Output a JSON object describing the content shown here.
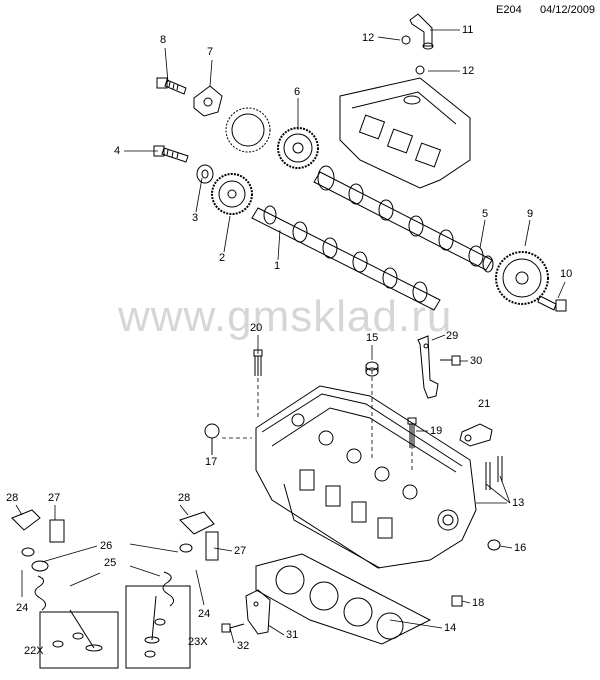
{
  "header": {
    "code": "E204",
    "date": "04/12/2009"
  },
  "watermark": "www.gmsklad.ru",
  "callouts": [
    "8",
    "7",
    "6",
    "4",
    "3",
    "2",
    "1",
    "5",
    "9",
    "10",
    "11",
    "12",
    "12",
    "20",
    "15",
    "29",
    "30",
    "21",
    "19",
    "17",
    "13",
    "16",
    "18",
    "14",
    "31",
    "32",
    "28",
    "27",
    "26",
    "25",
    "24",
    "22X",
    "28",
    "27",
    "24",
    "23X"
  ]
}
